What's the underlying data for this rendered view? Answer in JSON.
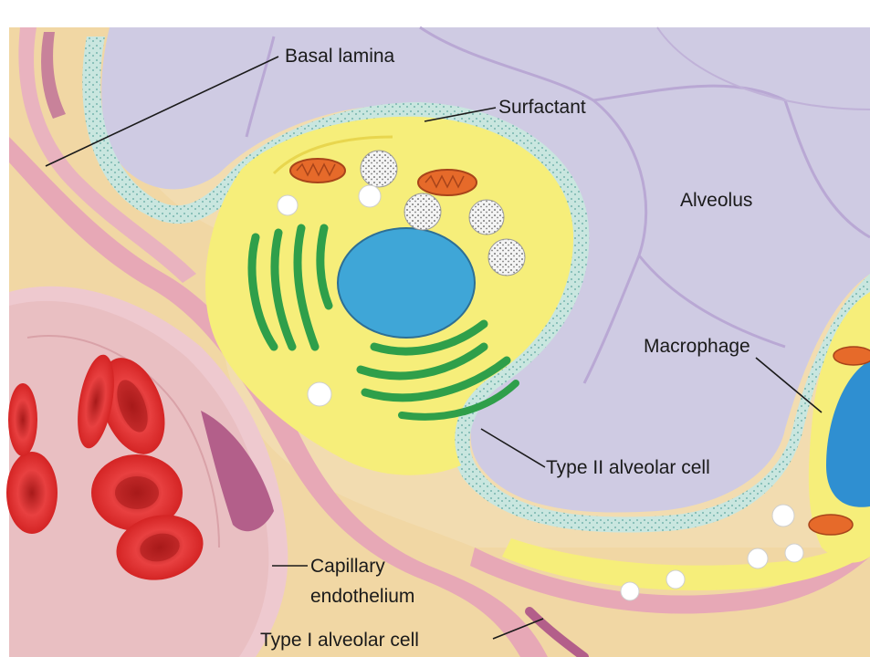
{
  "labels": {
    "basal_lamina": "Basal lamina",
    "surfactant": "Surfactant",
    "alveolus": "Alveolus",
    "macrophage": "Macrophage",
    "type2_cell": "Type II alveolar cell",
    "capillary_1": "Capillary",
    "capillary_2": "endothelium",
    "type1_cell": "Type I alveolar cell"
  },
  "colors": {
    "alveolus": "#cfcbe3",
    "tissue": "#f2dcb0",
    "membrane": "#e7a8b6",
    "surfactant": "#c9e6df",
    "cytoplasm": "#f6ee7a",
    "nucleus": "#3fa6d7",
    "er": "#2f9f4a",
    "mitochondria": "#e66a2a",
    "rbc": "#d82c2c",
    "capillary": "#ecc2c2"
  },
  "icons": [
    "mitochondrion-icon",
    "lamellar-body-icon",
    "red-blood-cell-icon"
  ]
}
